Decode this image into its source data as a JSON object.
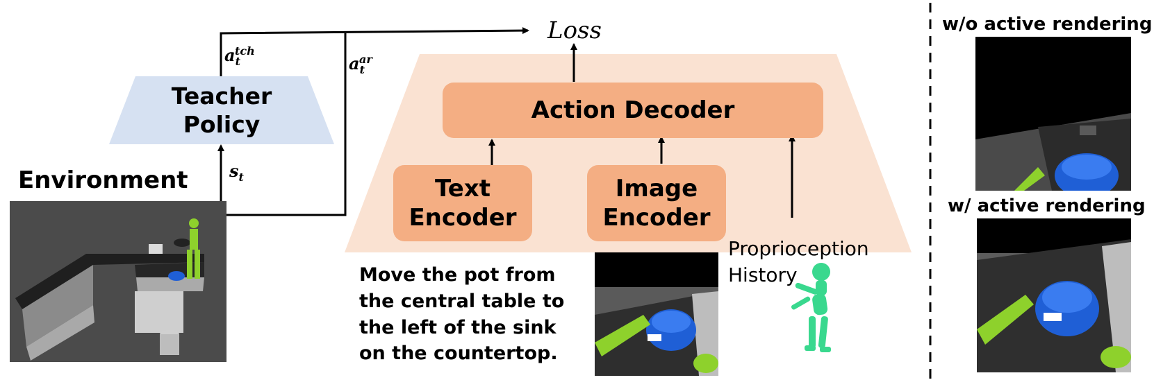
{
  "teacher": {
    "line1": "Teacher",
    "line2": "Policy"
  },
  "environment_label": "Environment",
  "loss_label": "Loss",
  "labels": {
    "a_tch_base": "a",
    "a_tch_sub": "t",
    "a_tch_sup": "tch",
    "a_ar_base": "a",
    "a_ar_sub": "t",
    "a_ar_sup": "ar",
    "s_base": "s",
    "s_sub": "t"
  },
  "student": {
    "decoder": "Action Decoder",
    "text_encoder": {
      "line1": "Text",
      "line2": "Encoder"
    },
    "image_encoder": {
      "line1": "Image",
      "line2": "Encoder"
    },
    "proprio": {
      "line1": "Proprioception",
      "line2": "History"
    }
  },
  "instruction": {
    "line1": "Move the pot from",
    "line2": "the central table to",
    "line3": "the left of the sink",
    "line4": "on the countertop."
  },
  "right_panel": {
    "without_label": "w/o active rendering",
    "with_label": "w/ active rendering"
  },
  "colors": {
    "teacher_fill": "#d6e1f2",
    "student_bg": "#fae2d2",
    "encoder_fill": "#f4ae83",
    "robot_green": "#39d88e",
    "gripper_green": "#8ed12c",
    "pot_blue": "#1f5fd6"
  }
}
